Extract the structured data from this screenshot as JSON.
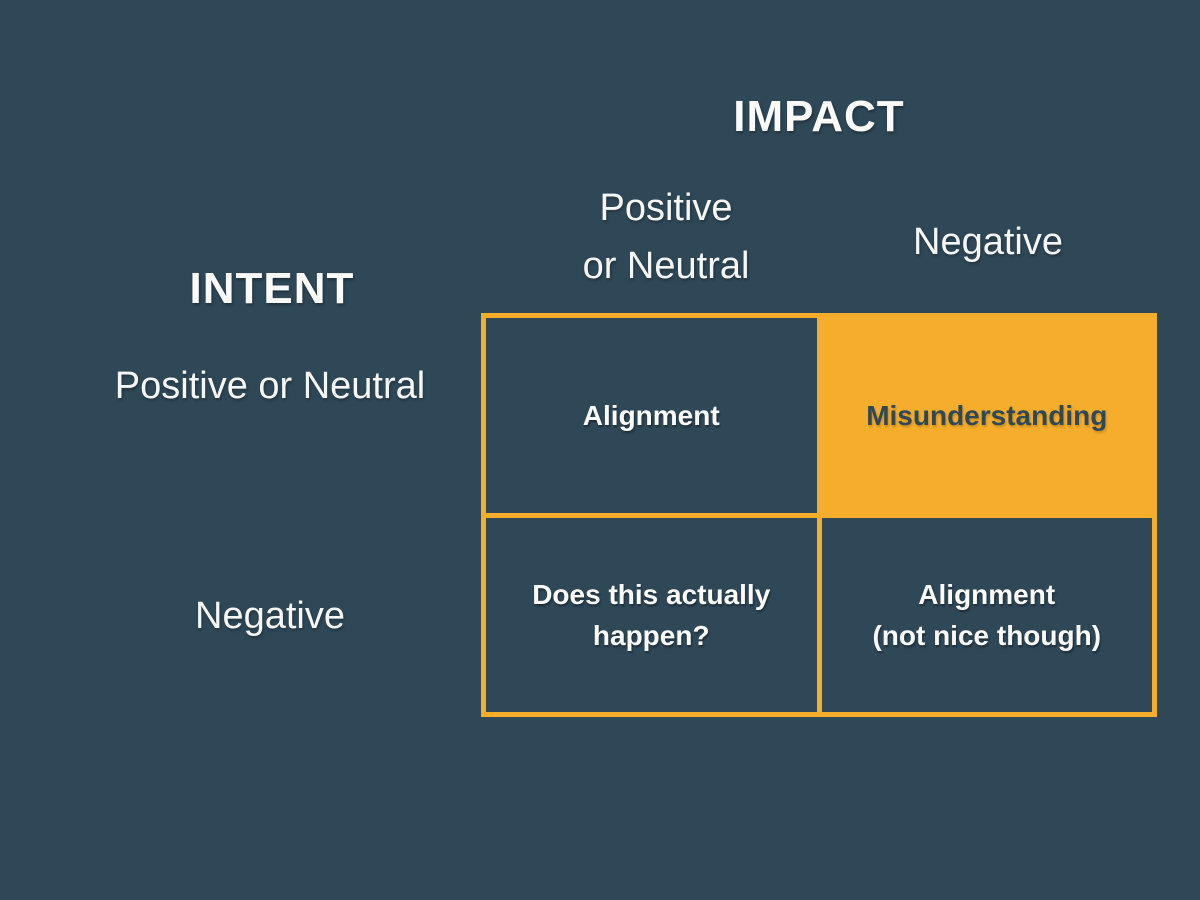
{
  "colors": {
    "background": "#2F4858",
    "accent": "#F5AD2B",
    "text_light": "#FAFAF8",
    "text_dark": "#2F4858"
  },
  "matrix": {
    "column_axis_title": "IMPACT",
    "row_axis_title": "INTENT",
    "column_headers": [
      {
        "lines": [
          "Positive",
          "or Neutral"
        ]
      },
      {
        "lines": [
          "Negative"
        ]
      }
    ],
    "row_headers": [
      "Positive or Neutral",
      "Negative"
    ],
    "cells": [
      {
        "id": "alignment",
        "highlighted": false,
        "lines": [
          "Alignment"
        ]
      },
      {
        "id": "misunderstanding",
        "highlighted": true,
        "lines": [
          "Misunderstanding"
        ]
      },
      {
        "id": "does-this-actually-happen",
        "highlighted": false,
        "lines": [
          "Does this actually",
          "happen?"
        ]
      },
      {
        "id": "alignment-not-nice",
        "highlighted": false,
        "lines": [
          "Alignment",
          "(not nice though)"
        ]
      }
    ]
  }
}
